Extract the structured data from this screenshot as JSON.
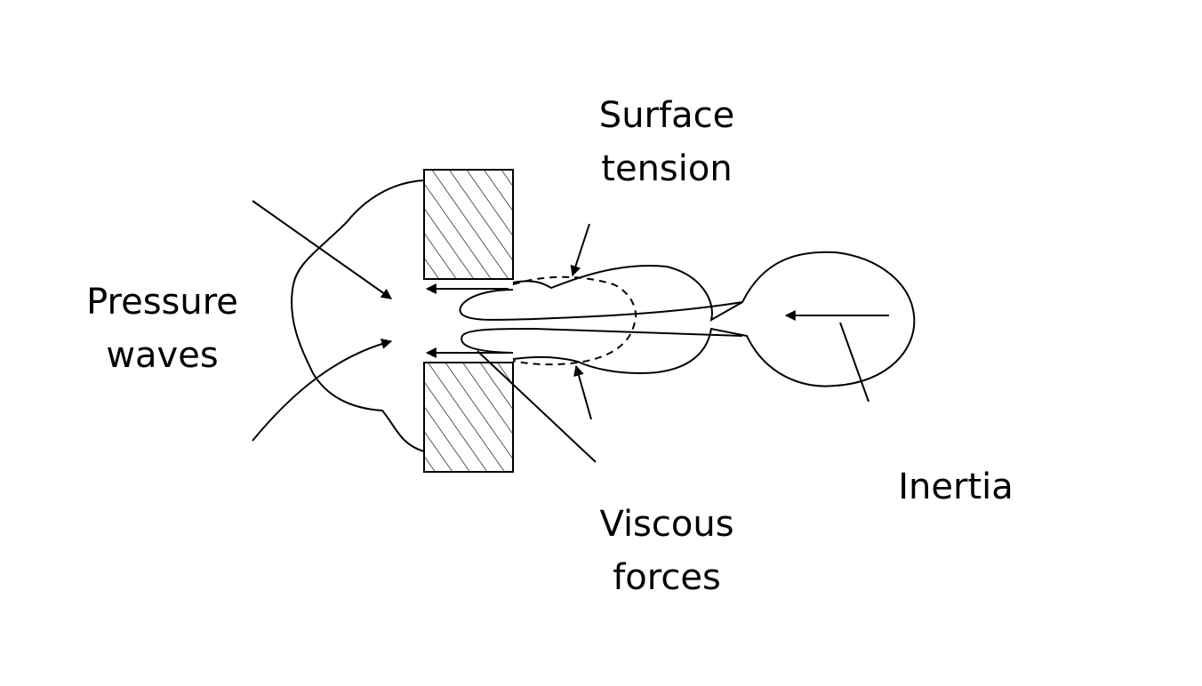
{
  "labels": {
    "surface_tension": [
      "Surface",
      "tension"
    ],
    "pressure_waves": [
      "Pressure",
      "waves"
    ],
    "viscous_forces": [
      "Viscous",
      "forces"
    ],
    "inertia": [
      "Inertia"
    ]
  },
  "colors": {
    "stroke": "#000000",
    "background": "#ffffff"
  }
}
